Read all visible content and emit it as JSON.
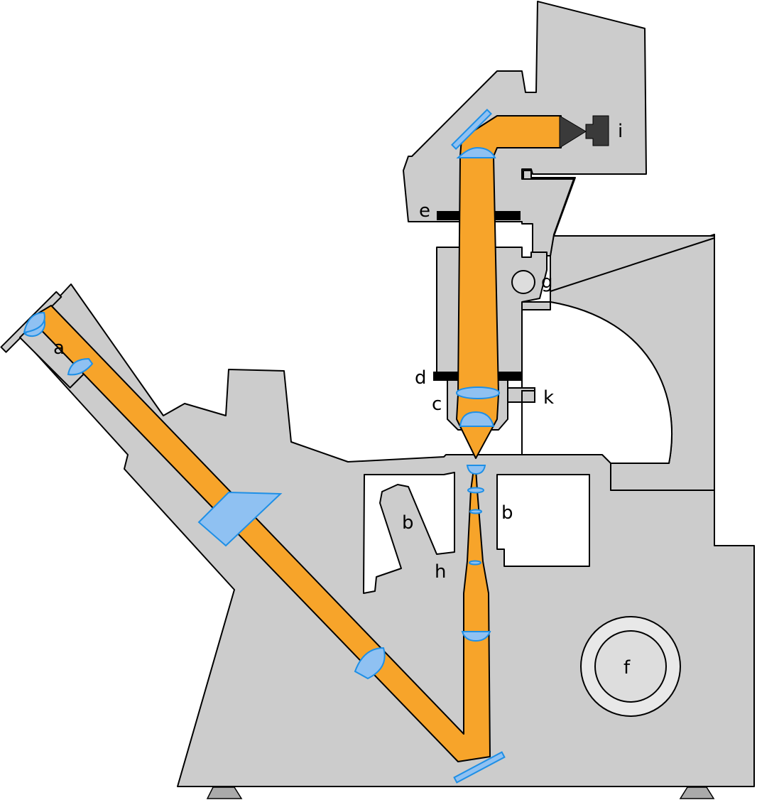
{
  "colors": {
    "body": "#cccccc",
    "outline": "#000000",
    "beam": "#f7a42a",
    "optic_fill": "#8fc1f2",
    "optic_stroke": "#1e8fe6",
    "dark_part": "#3a3a3a",
    "background": "#ffffff",
    "knob_inner": "#dddddd",
    "knob_outer": "#e8e8e8"
  },
  "labels": {
    "a": "a",
    "b_left": "b",
    "b_right": "b",
    "c": "c",
    "d": "d",
    "e": "e",
    "f": "f",
    "g": "g",
    "h": "h",
    "i": "i",
    "k": "k"
  },
  "icons": {
    "camera": "camera-icon",
    "focus_knob": "focus-knob-icon",
    "mirror": "mirror-icon",
    "lens": "lens-icon",
    "prism": "prism-icon"
  }
}
